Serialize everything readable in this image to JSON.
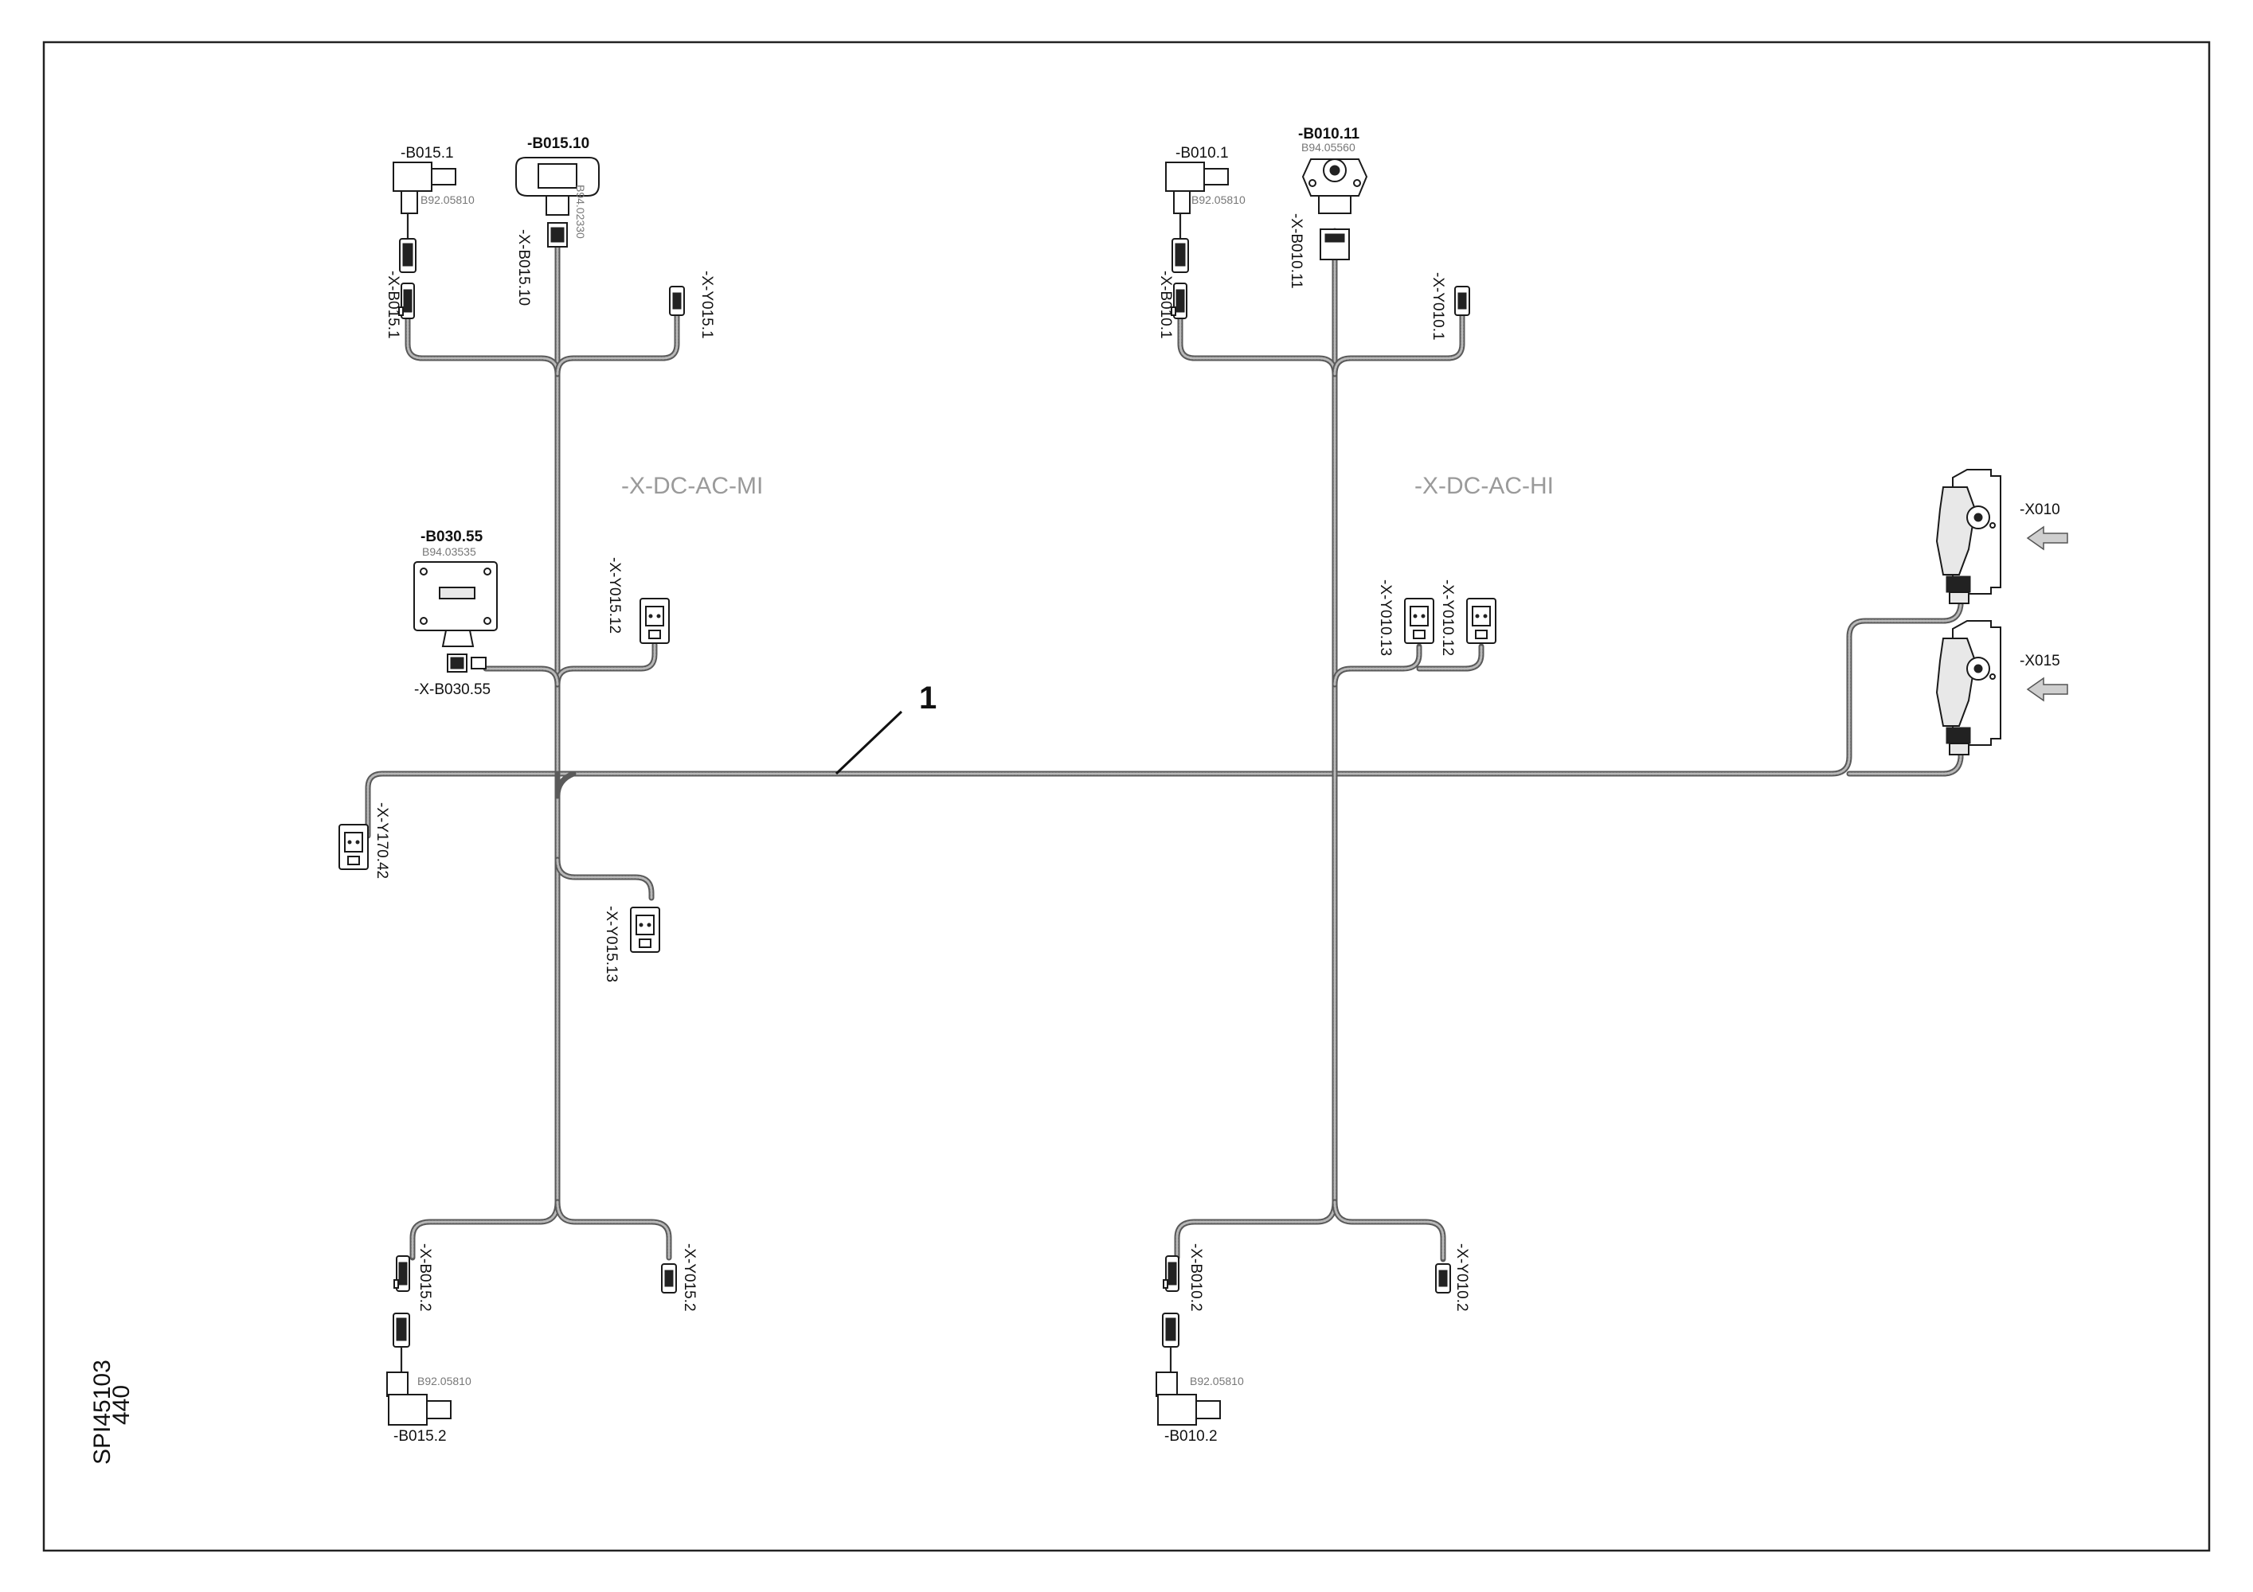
{
  "document": {
    "page_number": "440",
    "page_code": "SPI45103",
    "item_number": "1"
  },
  "groups": {
    "mi": "-X-DC-AC-MI",
    "hi": "-X-DC-AC-HI"
  },
  "main_connectors": {
    "x010": "-X010",
    "x015": "-X015"
  },
  "sensors": {
    "b015_1": {
      "ref": "-B015.1",
      "part": "B92.05810"
    },
    "b015_10": {
      "ref": "-B015.10",
      "part": "B94.02330"
    },
    "b010_1": {
      "ref": "-B010.1",
      "part": "B92.05810"
    },
    "b010_11": {
      "ref": "-B010.11",
      "part": "B94.05560"
    },
    "b030_55": {
      "ref": "-B030.55",
      "part": "B94.03535"
    },
    "b015_2": {
      "ref": "-B015.2",
      "part": "B92.05810"
    },
    "b010_2": {
      "ref": "-B010.2",
      "part": "B92.05810"
    }
  },
  "connectors": {
    "x_b015_1": "-X-B015.1",
    "x_b015_10": "-X-B015.10",
    "x_y015_1": "-X-Y015.1",
    "x_b010_1": "-X-B010.1",
    "x_b010_11": "-X-B010.11",
    "x_y010_1": "-X-Y010.1",
    "x_y015_12": "-X-Y015.12",
    "x_b030_55": "-X-B030.55",
    "x_y010_13": "-X-Y010.13",
    "x_y010_12": "-X-Y010.12",
    "x_y170_42": "-X-Y170.42",
    "x_y015_13": "-X-Y015.13",
    "x_b015_2": "-X-B015.2",
    "x_y015_2": "-X-Y015.2",
    "x_b010_2": "-X-B010.2",
    "x_y010_2": "-X-Y010.2"
  }
}
